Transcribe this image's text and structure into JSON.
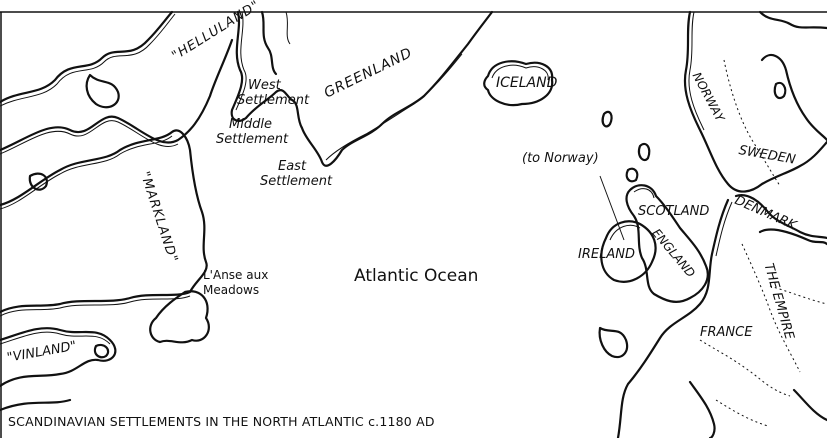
{
  "caption": "SCANDINAVIAN SETTLEMENTS IN THE NORTH ATLANTIC c.1180 AD",
  "ocean": "Atlantic Ocean",
  "labels": {
    "helluland": "\"HELLULAND\"",
    "markland": "\"MARKLAND\"",
    "vinland": "\"VINLAND\"",
    "greenland": "GREENLAND",
    "west_settlement_1": "West",
    "west_settlement_2": "Settlement",
    "middle_settlement_1": "Middle",
    "middle_settlement_2": "Settlement",
    "east_settlement_1": "East",
    "east_settlement_2": "Settlement",
    "lanse_1": "L'Anse aux",
    "lanse_2": "Meadows",
    "iceland": "ICELAND",
    "to_norway": "(to Norway)",
    "norway": "NORWAY",
    "sweden": "SWEDEN",
    "denmark": "DENMARK",
    "scotland": "SCOTLAND",
    "england": "ENGLAND",
    "ireland": "IRELAND",
    "france": "FRANCE",
    "the_empire": "THE EMPIRE"
  },
  "colors": {
    "ink": "#111111",
    "paper": "#ffffff"
  }
}
